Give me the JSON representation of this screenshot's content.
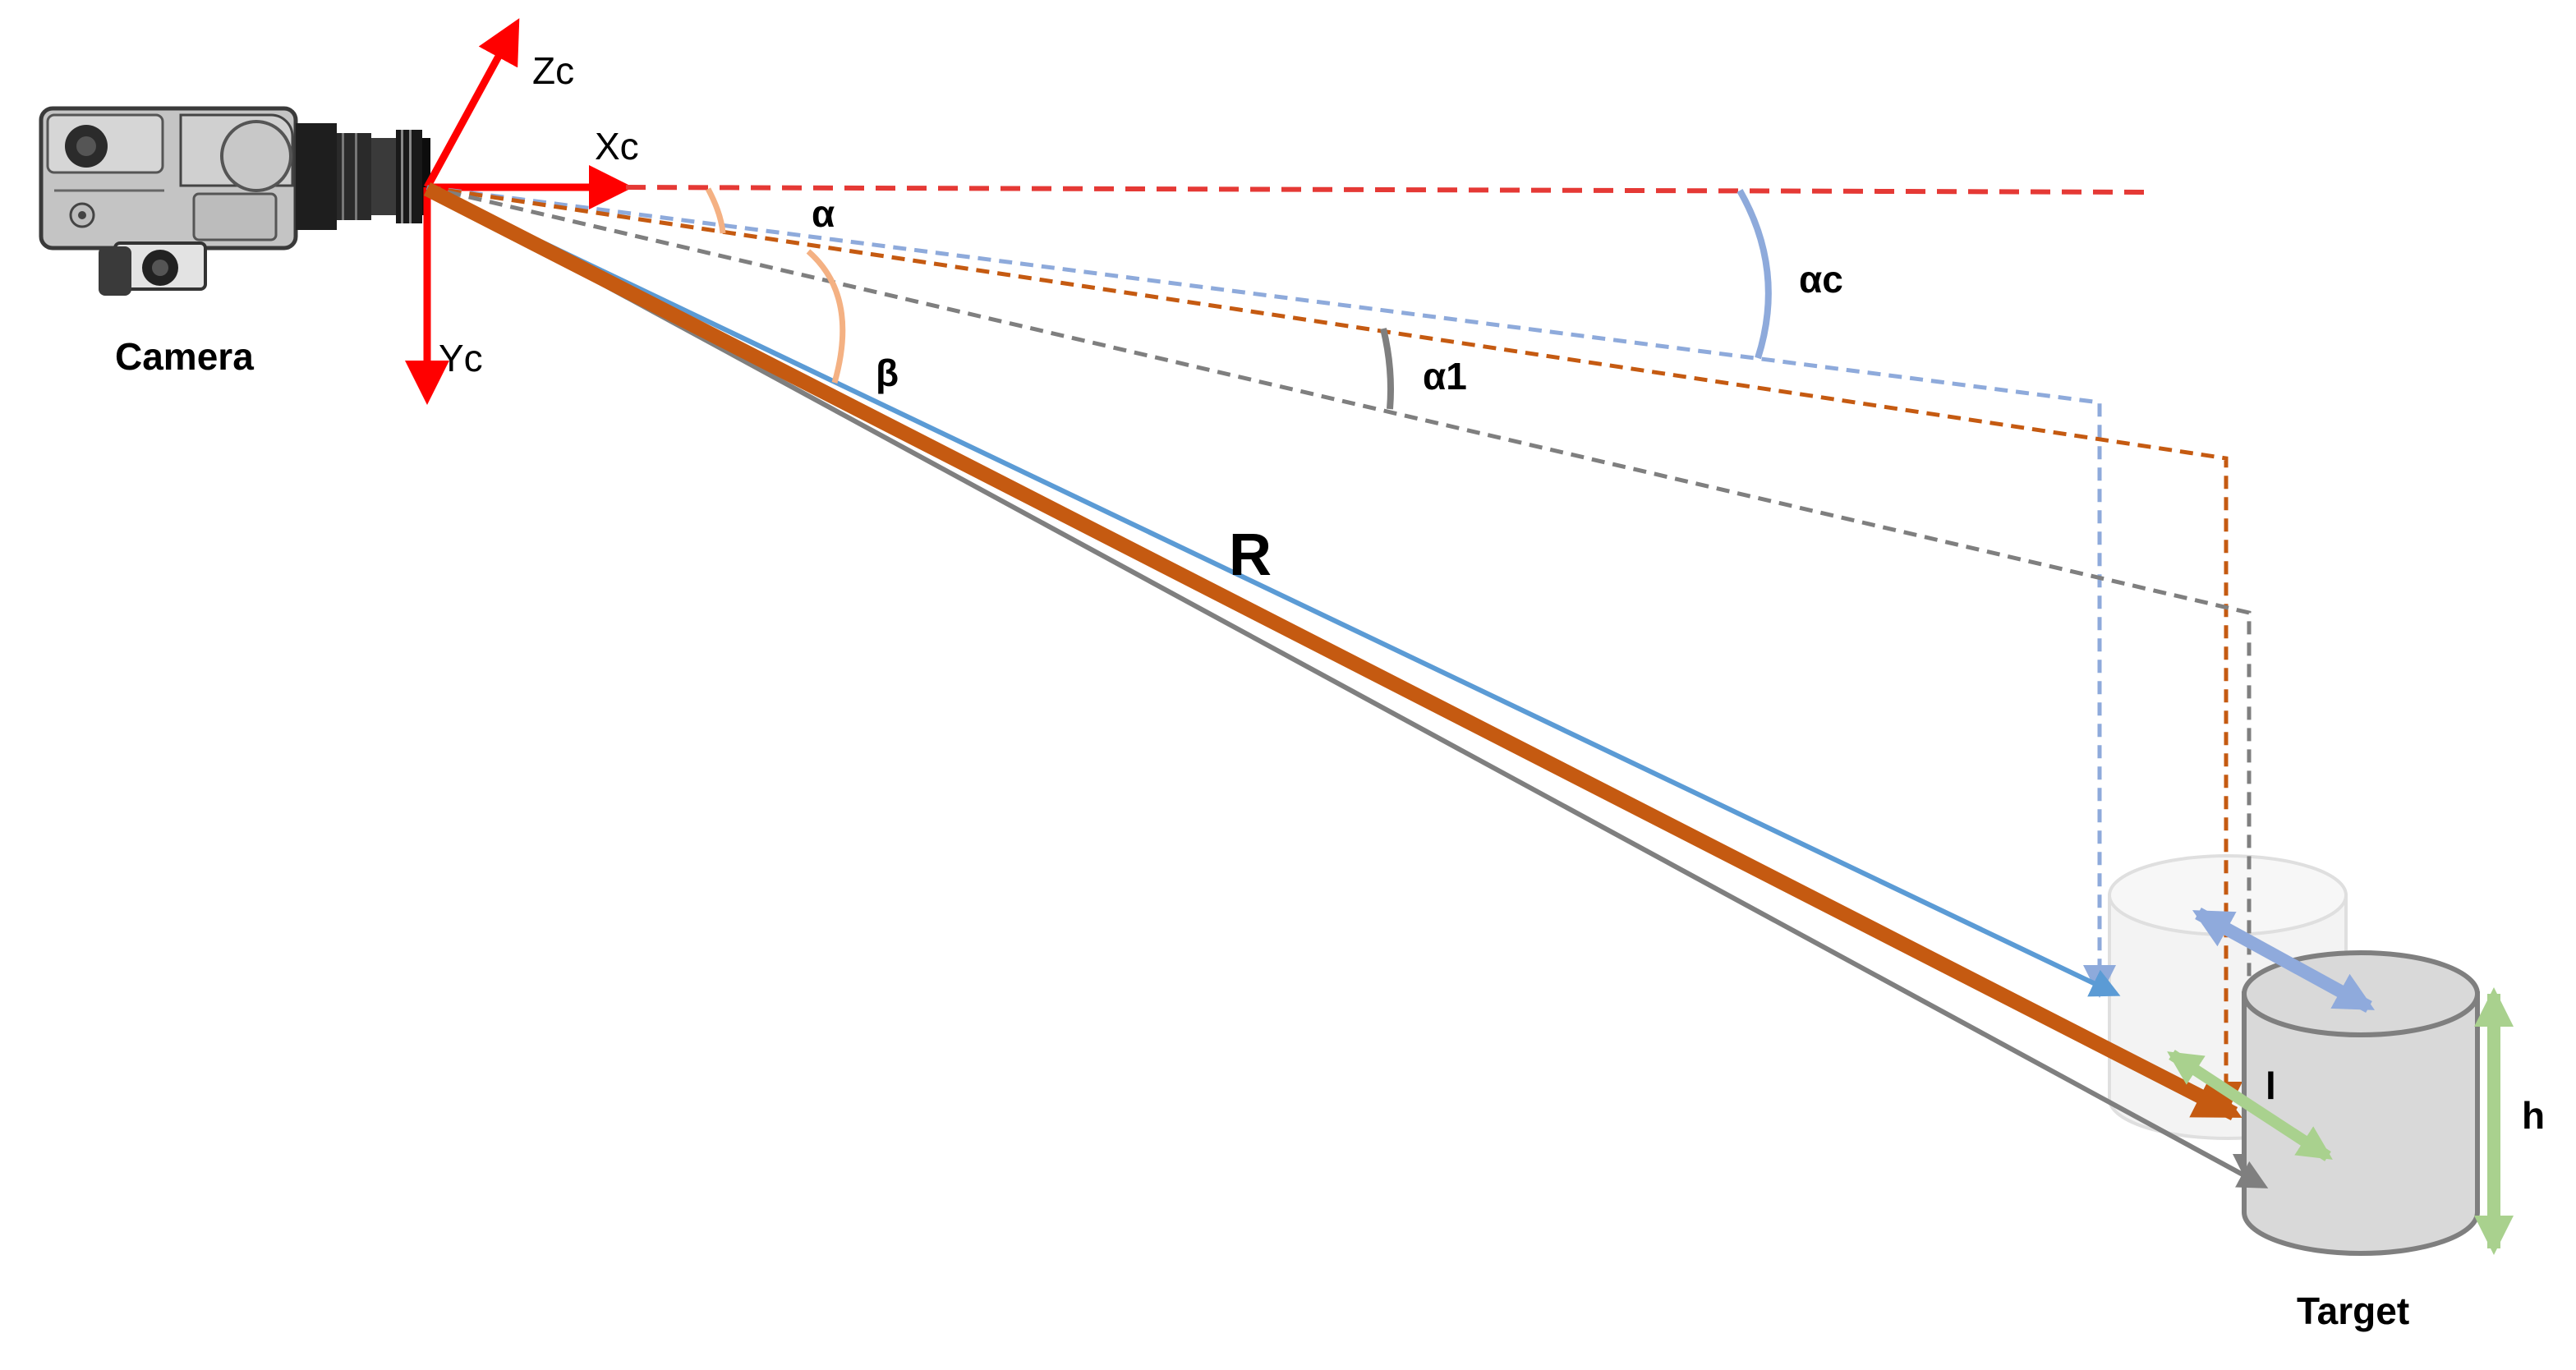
{
  "labels": {
    "camera": "Camera",
    "target": "Target",
    "zc": "Zc",
    "xc": "Xc",
    "yc": "Yc",
    "alpha": "α",
    "beta": "β",
    "alpha_c": "αc",
    "alpha_1": "α1",
    "range": "R",
    "length": "l",
    "height": "h"
  },
  "colors": {
    "axis": "#ff0000",
    "optical_axis": "#e53935",
    "blue_ray": "#5b9bd5",
    "blue_projection": "#8eaadb",
    "orange_ray": "#c55a11",
    "gray_ray": "#7f7f7f",
    "alpha_arc": "#f4b183",
    "green_arrow": "#a9d18e",
    "blue_arrow": "#8faadc",
    "target_fill": "#d9d9d9",
    "ghost_fill": "#f2f2f2"
  }
}
